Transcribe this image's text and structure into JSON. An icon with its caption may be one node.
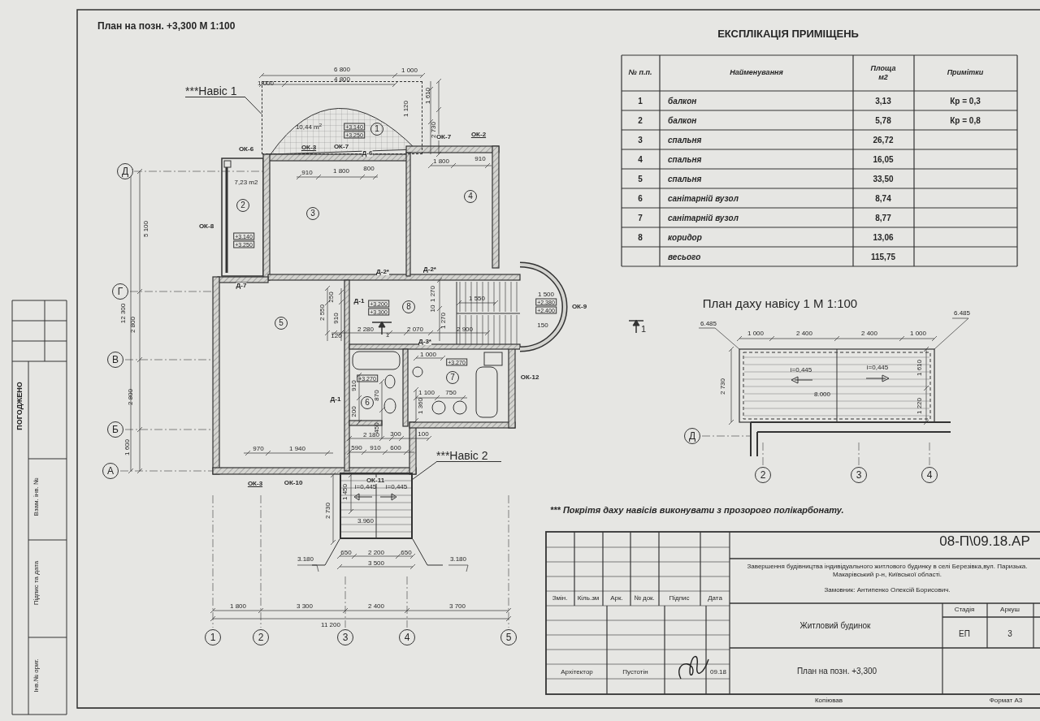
{
  "diagram": {
    "title": "План на позн. +3,300 М 1:100",
    "nodes": [
      {
        "text": [
          "***Навіс 1"
        ]
      },
      {
        "text": [],
        "shape": "box"
      },
      {
        "text": [
          "***Навіс 2"
        ]
      },
      {
        "text": [],
        "shape": "box"
      }
    ],
    "edges": [
      {
        "from": 0,
        "to": 1,
        "arrow": "none"
      },
      {
        "from": 2,
        "to": 3,
        "arrow": "none"
      }
    ],
    "labels": [
      "6 800",
      "1 000",
      "4 800",
      "1 000",
      "1 120",
      "1 610",
      "2 730",
      "10,44 m$^{2}$",
      "+3.140",
      "+3.250",
      "1",
      "ОК-6",
      "ОК-3",
      "ОК-7",
      "Д-6",
      "ОК-7",
      "ОК-2",
      "Д",
      "910",
      "1 800",
      "800",
      "1 800",
      "910",
      "7,23 m2",
      "2",
      "3",
      "4",
      "ОК-8",
      "+3.140",
      "+3.250",
      "5 100",
      "Д-2*",
      "Д-2*",
      "Д-7",
      "Г",
      "12 300",
      "2 800",
      "250",
      "Д-1",
      "2 550",
      "910",
      "+3.200",
      "+3.300",
      "8",
      "1 270",
      "10",
      "1 270",
      "1 550",
      "120",
      "2 280",
      "1",
      "2 070",
      "2 900",
      "Д-3*",
      "1 500",
      "+2.380",
      "+2.400",
      "ОК-9",
      "150",
      "1",
      "5",
      "В",
      "2 800",
      "+3.270",
      "910",
      "Д-1",
      "870",
      "6",
      "200",
      "450",
      "1 000",
      "+3.270",
      "7",
      "1 100",
      "750",
      "1 360",
      "ОК-12",
      "Б",
      "2 180",
      "300",
      "100",
      "1 600",
      "970",
      "1 940",
      "590",
      "910",
      "600",
      "А",
      "ОК-3",
      "ОК-10",
      "ОК-11",
      "1 450",
      "i=0,445",
      "i=0,445",
      "2 730",
      "3.960",
      "3.180",
      "650",
      "2 200",
      "650",
      "3.180",
      "3 500",
      "1 800",
      "3 300",
      "2 400",
      "3 700",
      "11 200",
      "1",
      "2",
      "3",
      "4",
      "5",
      "ЕКСПЛІКАЦІЯ ПРИМІЩЕНЬ",
      "№ п.п.",
      "Найменування",
      "Площа м2",
      "Примітки",
      "1",
      "балкон",
      "3,13",
      "Кр = 0,3",
      "2",
      "балкон",
      "5,78",
      "Кр = 0,8",
      "3",
      "спальня",
      "26,72",
      "4",
      "спальня",
      "16,05",
      "5",
      "спальня",
      "33,50",
      "6",
      "санітарній вузол",
      "8,74",
      "7",
      "санітарній вузол",
      "8,77",
      "8",
      "коридор",
      "13,06",
      "весього",
      "115,75",
      "План даху навісу 1 М 1:100",
      "6.485",
      "6.485",
      "1 000",
      "2 400",
      "2 400",
      "1 000",
      "2 730",
      "i=0,445",
      "i=0,445",
      "8.000",
      "1 610",
      "1 220",
      "Д",
      "2",
      "3",
      "4",
      "*** Покрітя даху навісів виконувати з прозорого полікарбонату.",
      "08-П\\09.18.АР",
      "Змін.",
      "Кіль.зм",
      "Арк.",
      "№ док.",
      "Підпис",
      "Дата",
      "Завершення будівництва індивідуального житлового будинку в селі Березівка,вул. Паризька. Макарівський р-н, Київської області.",
      "Замовник: Антипенко Олексій Борисович.",
      "Житловий будинок",
      "Стадія",
      "Аркуш",
      "ЕП",
      "3",
      "Архітектор",
      "Пустотін",
      "09.18",
      "План на позн. +3,300",
      "Копіював",
      "Формат А3",
      "ПОГОДЖЕНО",
      "Взам. інв. №",
      "Підпис та дата",
      "Інв.№ ориг."
    ]
  }
}
